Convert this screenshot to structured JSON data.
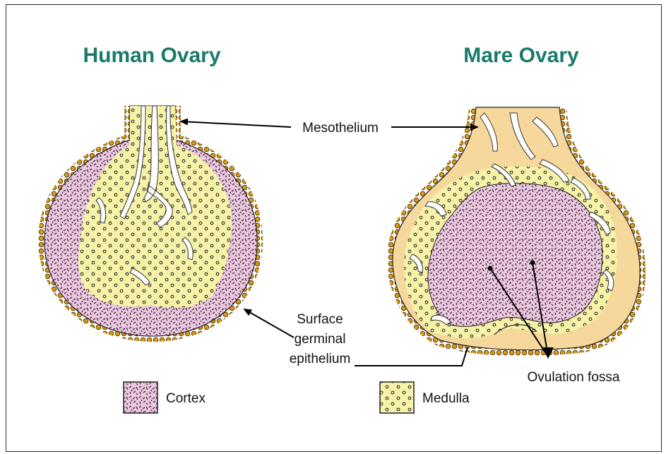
{
  "titles": {
    "human": "Human Ovary",
    "mare": "Mare Ovary"
  },
  "labels": {
    "mesothelium": "Mesothelium",
    "surface_line1": "Surface",
    "surface_line2": "germinal",
    "surface_line3": "epithelium",
    "ovulation_fossa": "Ovulation fossa"
  },
  "legend": {
    "cortex": "Cortex",
    "medulla": "Medulla"
  },
  "colors": {
    "title": "#1a7a6a",
    "cortex_fill": "#ecc6df",
    "medulla_fill": "#f6f2a8",
    "mare_outer_fill": "#f6d79c",
    "epithelium_dot": "#d99a1a"
  }
}
